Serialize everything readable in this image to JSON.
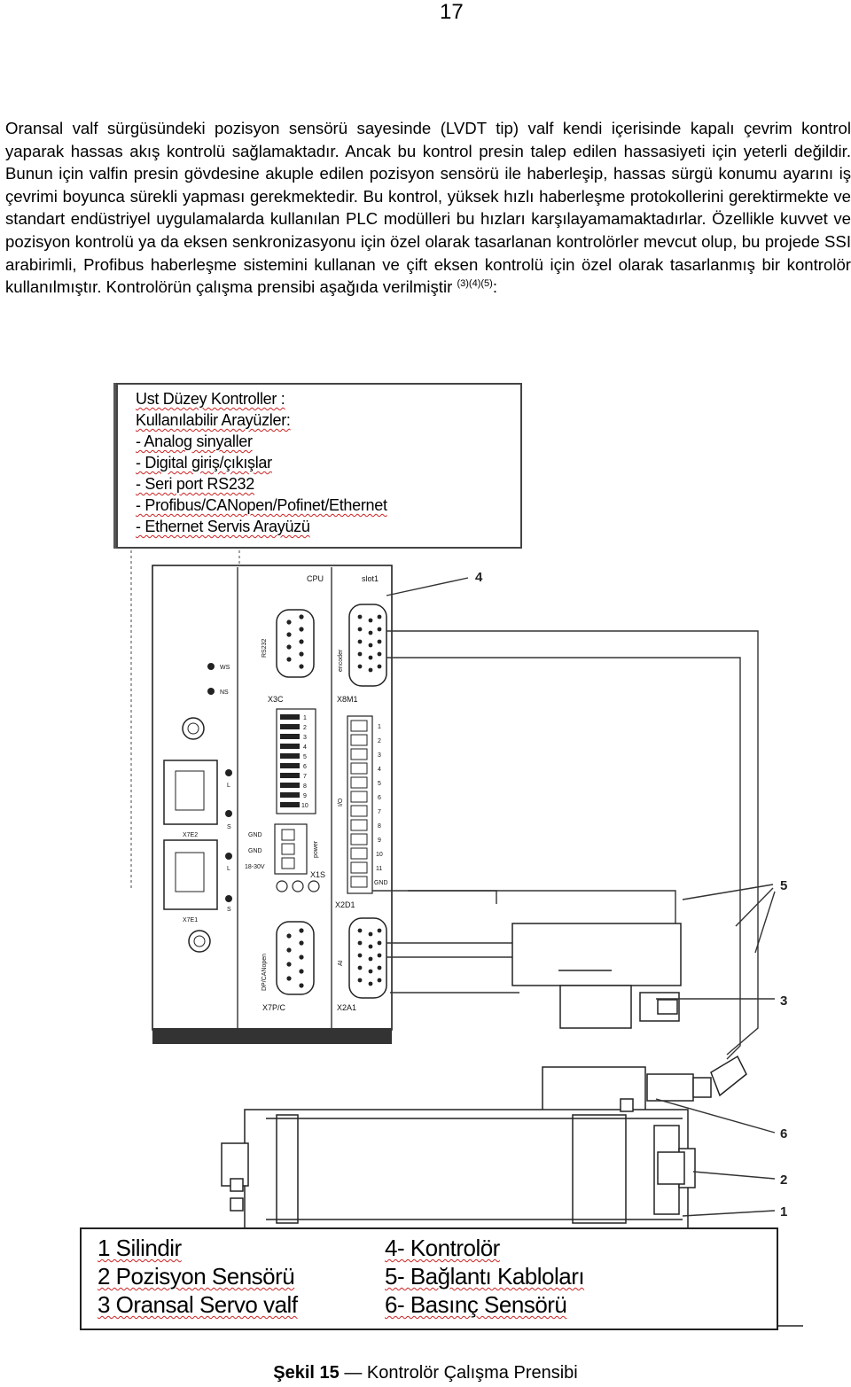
{
  "page_number": "17",
  "paragraph": {
    "text": "Oransal valf sürgüsündeki pozisyon sensörü sayesinde (LVDT tip) valf kendi içerisinde kapalı çevrim kontrol yaparak hassas akış kontrolü sağlamaktadır. Ancak bu kontrol presin talep edilen hassasiyeti için yeterli değildir. Bunun için valfin presin gövdesine akuple edilen pozisyon sensörü ile haberleşip, hassas sürgü konumu ayarını iş çevrimi boyunca sürekli yapması gerekmektedir. Bu kontrol, yüksek hızlı haberleşme protokollerini gerektirmekte ve standart endüstriyel uygulamalarda kullanılan PLC modülleri bu hızları karşılayamamaktadırlar. Özellikle kuvvet ve pozisyon kontrolü ya da eksen senkronizasyonu için özel olarak tasarlanan kontrolörler mevcut olup, bu projede SSI arabirimli, Profibus haberleşme sistemini kullanan ve çift eksen kontrolü için özel olarak tasarlanmış bir kontrolör kullanılmıştır. Kontrolörün çalışma prensibi aşağıda verilmiştir",
    "citation": "(3)(4)(5)",
    "end": ":"
  },
  "figure": {
    "top_box": {
      "title": "Ust Düzey Kontroller :",
      "subtitle": "Kullanılabilir Arayüzler:",
      "items": [
        "- Analog sinyaller",
        "- Digital giriş/çıkışlar",
        "- Seri port RS232",
        "- Profibus/CANopen/Pofinet/Ethernet",
        "- Ethernet Servis Arayüzü"
      ]
    },
    "controller_labels": {
      "cpu": "CPU",
      "slot1": "slot1",
      "rs232": "RS232",
      "encoder": "encoder",
      "x3c": "X3C",
      "x8m1": "X8M1",
      "ws": "WS",
      "ns": "NS",
      "x7e2": "X7E2",
      "x7e1": "X7E1",
      "gnd1": "GND",
      "gnd2": "GND",
      "v18_30": "18-30V",
      "x1s": "X1S",
      "x2d1": "X2D1",
      "dp_canopen": "DP/CANopen",
      "x7p_c": "X7P/C",
      "x2a1": "X2A1",
      "ai": "AI",
      "io": "I/O",
      "power": "power",
      "l1": "L",
      "s1": "S",
      "l2": "L",
      "s2": "S",
      "io_numbers": [
        "1",
        "2",
        "3",
        "4",
        "5",
        "6",
        "7",
        "8",
        "9",
        "10",
        "11",
        "GND"
      ],
      "switch_numbers": [
        "1",
        "2",
        "3",
        "4",
        "5",
        "6",
        "7",
        "8",
        "9",
        "10"
      ]
    },
    "callouts": [
      "4",
      "5",
      "3",
      "6",
      "2",
      "1"
    ],
    "legend": [
      "1 Silindir",
      "2 Pozisyon Sensörü",
      "3 Oransal Servo valf",
      "4- Kontrolör",
      "5- Bağlantı Kabloları",
      "6- Basınç Sensörü"
    ]
  },
  "caption": {
    "label": "Şekil 15",
    "dash": "—",
    "text": "Kontrolör Çalışma Prensibi"
  }
}
